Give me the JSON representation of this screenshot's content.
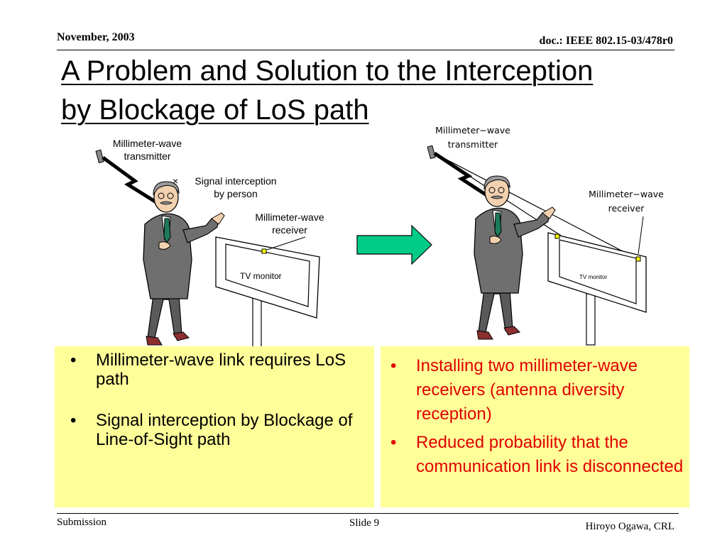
{
  "header": {
    "date": "November, 2003",
    "doc_id": "doc.: IEEE 802.15-03/478r0"
  },
  "title": {
    "line1": "A Problem and Solution to the Interception",
    "line2": "by Blockage of LoS path"
  },
  "figure_left": {
    "transmitter_label": [
      "Millimeter-wave",
      "transmitter"
    ],
    "interception_mark": "×",
    "interception_label": [
      "Signal interception",
      "by person"
    ],
    "receiver_label": [
      "Millimeter-wave",
      "receiver"
    ],
    "monitor_label": "TV monitor"
  },
  "figure_right": {
    "transmitter_label": [
      "Millimeter−wave",
      "transmitter"
    ],
    "receiver_label": [
      "Millimeter−wave",
      "receiver"
    ],
    "monitor_label": "TV monitor"
  },
  "arrow_color": "#00cc88",
  "left_box": {
    "bullets": [
      "Millimeter-wave link requires LoS path",
      "Signal interception by Blockage of Line-of-Sight path"
    ]
  },
  "right_box": {
    "bullets": [
      "Installing two millimeter-wave receivers (antenna diversity reception)",
      "Reduced probability that the communication link is disconnected"
    ]
  },
  "footer": {
    "left": "Submission",
    "center": "Slide 9",
    "right": "Hiroyo Ogawa, CRL"
  }
}
